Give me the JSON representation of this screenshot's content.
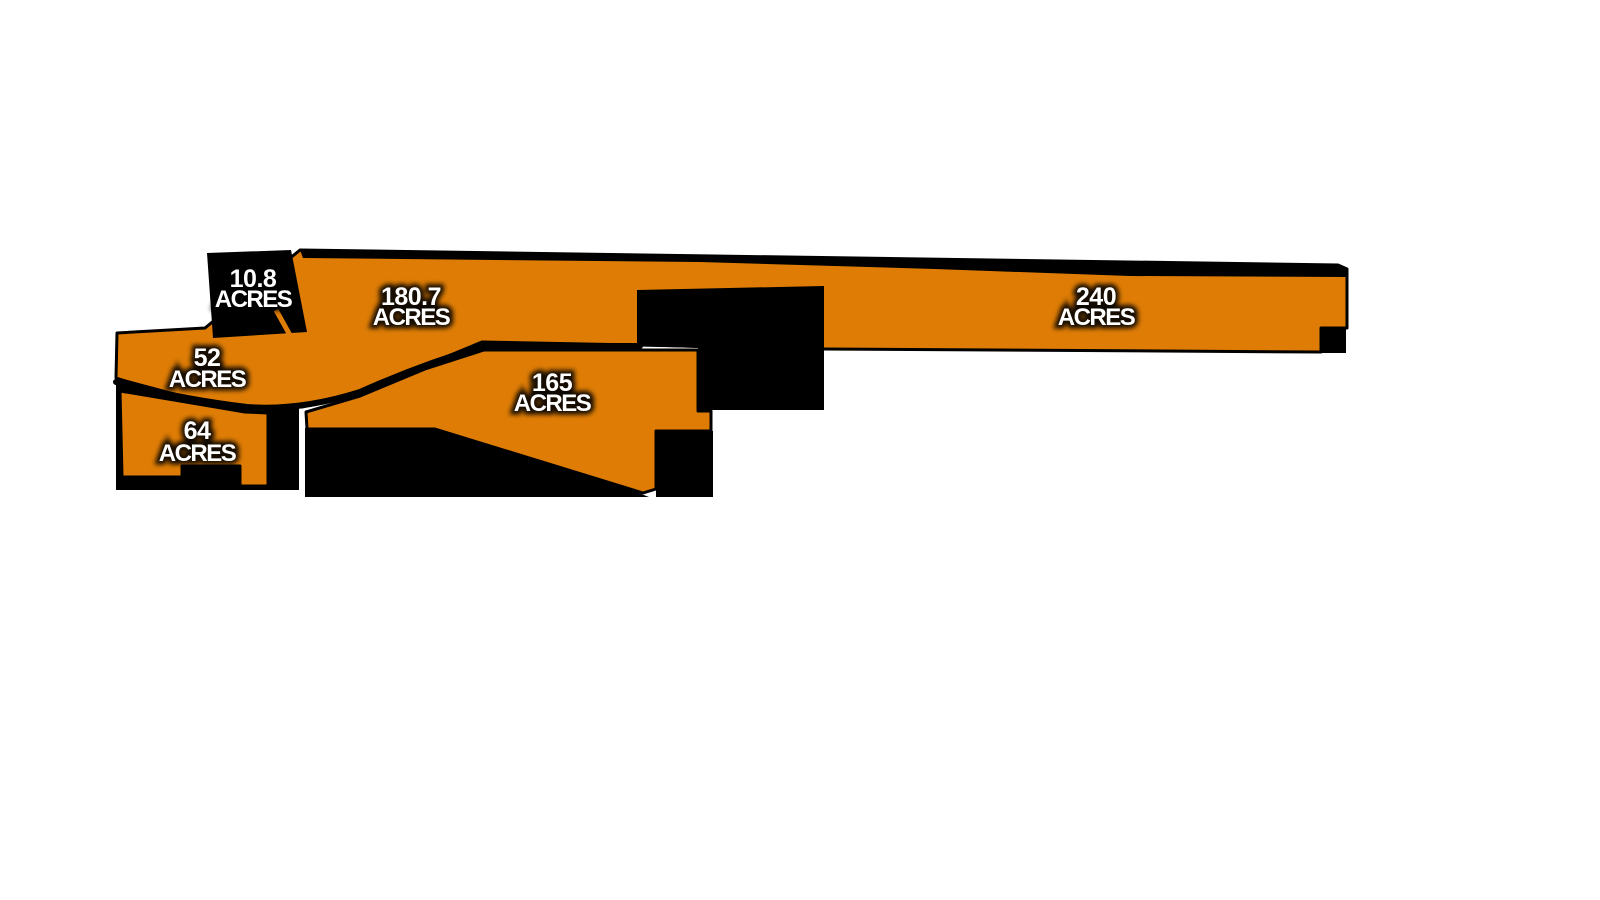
{
  "page": {
    "kind": "land-tract-parcel-map",
    "background": "#ffffff"
  },
  "colors": {
    "parcel_fill": "#DE7C05",
    "boundary": "#000000",
    "label_text": "#ffffff",
    "label_halo": "#000000"
  },
  "parcels": [
    {
      "id": "tract-10-8",
      "value": "10.8",
      "unit": "ACRES"
    },
    {
      "id": "tract-180-7",
      "value": "180.7",
      "unit": "ACRES"
    },
    {
      "id": "tract-240",
      "value": "240",
      "unit": "ACRES"
    },
    {
      "id": "tract-52",
      "value": "52",
      "unit": "ACRES"
    },
    {
      "id": "tract-165",
      "value": "165",
      "unit": "ACRES"
    },
    {
      "id": "tract-64",
      "value": "64",
      "unit": "ACRES"
    }
  ]
}
